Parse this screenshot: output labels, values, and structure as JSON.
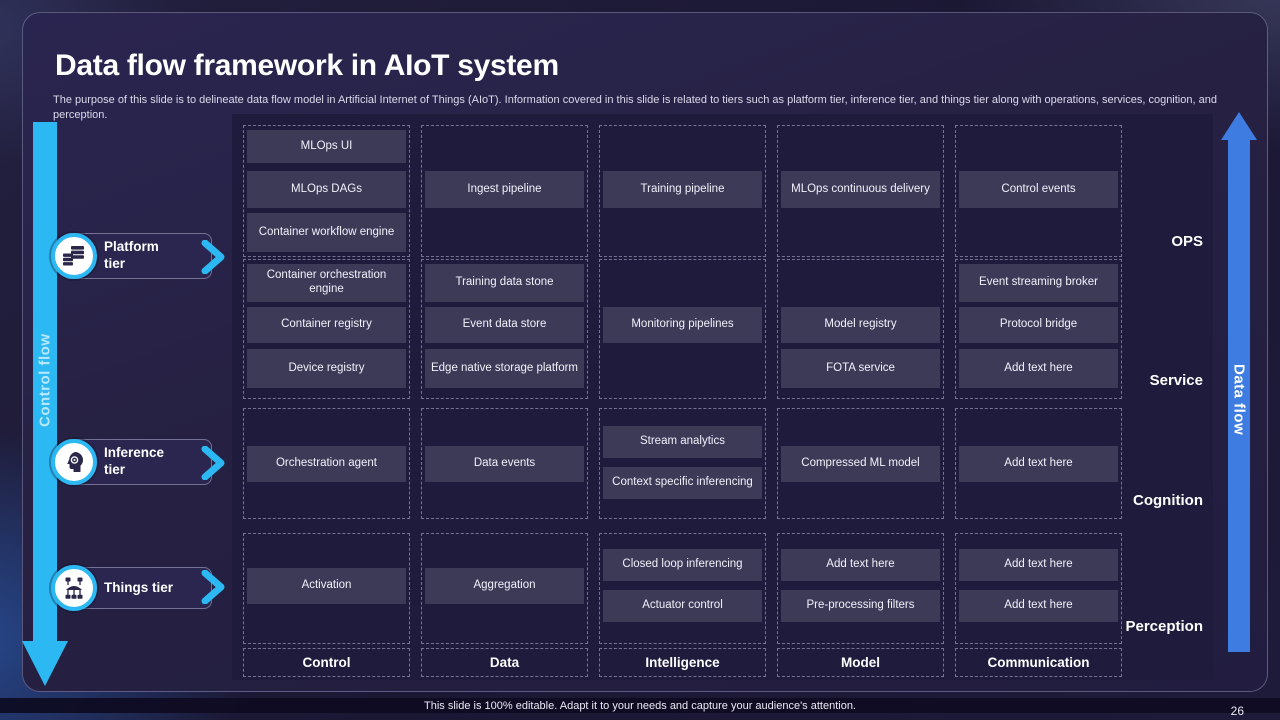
{
  "slide": {
    "title": "Data flow framework in AIoT system",
    "subtitle": "The purpose of this slide is to delineate data flow model in Artificial Internet of Things (AIoT).  Information covered in this slide is related to tiers such as platform tier, inference tier, and things tier along with operations, services, cognition, and perception.",
    "footer": "This slide is 100% editable. Adapt it to your needs and capture your audience's attention.",
    "page_number": "26"
  },
  "flows": {
    "control": "Control flow",
    "data": "Data flow"
  },
  "tiers": [
    {
      "label": "Platform tier",
      "icon": "database-stack-icon"
    },
    {
      "label": "Inference tier",
      "icon": "ai-head-icon"
    },
    {
      "label": "Things tier",
      "icon": "iot-devices-icon"
    }
  ],
  "columns": [
    "Control",
    "Data",
    "Intelligence",
    "Model",
    "Communication"
  ],
  "row_labels": [
    "OPS",
    "Service",
    "Cognition",
    "Perception"
  ],
  "matrix": {
    "ops": {
      "control": [
        "MLOps UI",
        "MLOps  DAGs",
        "Container workflow  engine"
      ],
      "data": [
        "Ingest  pipeline"
      ],
      "intelligence": [
        "Training  pipeline"
      ],
      "model": [
        "MLOps  continuous delivery"
      ],
      "communication": [
        "Control  events"
      ]
    },
    "service": {
      "control": [
        "Container orchestration  engine",
        "Container  registry",
        "Device  registry"
      ],
      "data": [
        "Training  data  stone",
        "Event  data  store",
        "Edge  native storage  platform"
      ],
      "intelligence": [
        "Monitoring  pipelines"
      ],
      "model": [
        "Model  registry",
        "FOTA  service"
      ],
      "communication": [
        "Event  streaming  broker",
        "Protocol  bridge",
        "Add  text  here"
      ]
    },
    "cognition": {
      "control": [
        "Orchestration  agent"
      ],
      "data": [
        "Data  events"
      ],
      "intelligence": [
        "Stream  analytics",
        "Context  specific  inferencing"
      ],
      "model": [
        "Compressed  ML  model"
      ],
      "communication": [
        "Add  text  here"
      ]
    },
    "perception": {
      "control": [
        "Activation"
      ],
      "data": [
        "Aggregation"
      ],
      "intelligence": [
        "Closed  loop  inferencing",
        "Actuator  control"
      ],
      "model": [
        "Add  text  here",
        "Pre-processing  filters"
      ],
      "communication": [
        "Add  text  here",
        "Add  text  here"
      ]
    }
  },
  "colors": {
    "accent_cyan": "#2cb8f2",
    "accent_blue": "#3f7ce2",
    "cell_bg": "#3d3a58",
    "matrix_bg": "#1f1b3c",
    "slide_bg": "#262142"
  }
}
